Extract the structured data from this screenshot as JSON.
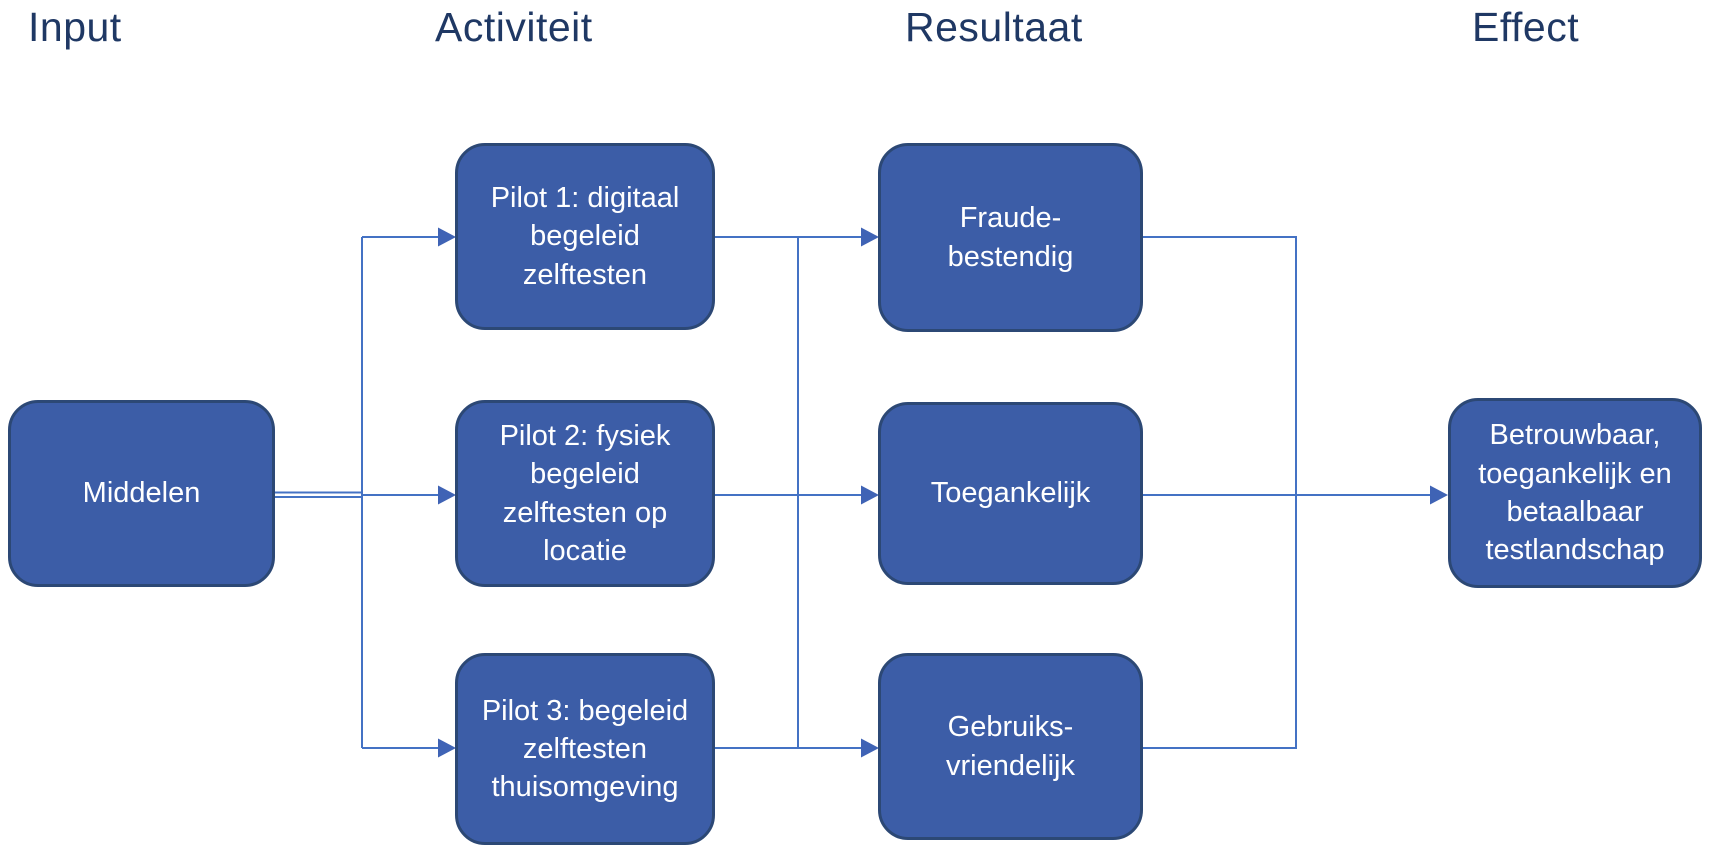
{
  "diagram": {
    "columns": [
      {
        "label": "Input"
      },
      {
        "label": "Activiteit"
      },
      {
        "label": "Resultaat"
      },
      {
        "label": "Effect"
      }
    ],
    "nodes": {
      "middelen": {
        "label": "Middelen"
      },
      "pilot1": {
        "label": "Pilot 1: digitaal\nbegeleid\nzelftesten"
      },
      "pilot2": {
        "label": "Pilot 2: fysiek\nbegeleid\nzelftesten op\nlocatie"
      },
      "pilot3": {
        "label": "Pilot 3: begeleid\nzelftesten\nthuisomgeving"
      },
      "fraude": {
        "label": "Fraude-\nbestendig"
      },
      "toegankelijk": {
        "label": "Toegankelijk"
      },
      "gebruiks": {
        "label": "Gebruiks-\nvriendelijk"
      },
      "effect": {
        "label": "Betrouwbaar,\ntoegankelijk en\nbetaalbaar\ntestlandschap"
      }
    },
    "colors": {
      "node_fill": "#3c5da7",
      "node_border": "#2c4875",
      "node_text": "#ffffff",
      "connector": "#4472c4",
      "arrowhead": "#3f63b5",
      "header_text": "#1f3864",
      "background": "#ffffff"
    }
  }
}
